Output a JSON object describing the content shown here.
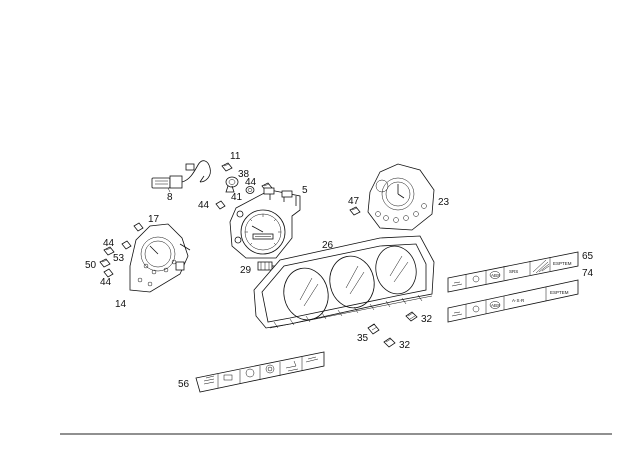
{
  "part_labels": {
    "p5": "5",
    "p8": "8",
    "p11": "11",
    "p14": "14",
    "p17": "17",
    "p23": "23",
    "p26": "26",
    "p29": "29",
    "p32a": "32",
    "p32b": "32",
    "p35": "35",
    "p38": "38",
    "p41": "41",
    "p44a": "44",
    "p44b": "44",
    "p44c": "44",
    "p44d": "44",
    "p47": "47",
    "p50": "50",
    "p53": "53",
    "p56": "56",
    "p65": "65",
    "p74": "74"
  },
  "switch_panel_65": {
    "srs": "SRS",
    "abs": "ABS",
    "esp": "ESPTEM"
  },
  "switch_panel_74": {
    "asr": "A·S·R",
    "abs": "ABS",
    "esp": "ESPTEM"
  }
}
